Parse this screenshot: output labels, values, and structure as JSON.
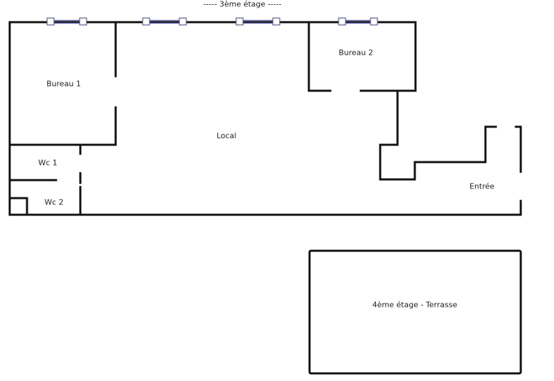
{
  "plan": {
    "title": "-----   3ème étage   -----",
    "rooms": {
      "bureau1": "Bureau 1",
      "bureau2": "Bureau 2",
      "local": "Local",
      "wc1": "Wc 1",
      "wc2": "Wc 2",
      "entree": "Entrée",
      "terrasse": "4ème étage - Terrasse"
    },
    "colors": {
      "wall": "#111111",
      "window": "#6b6bb8"
    }
  }
}
